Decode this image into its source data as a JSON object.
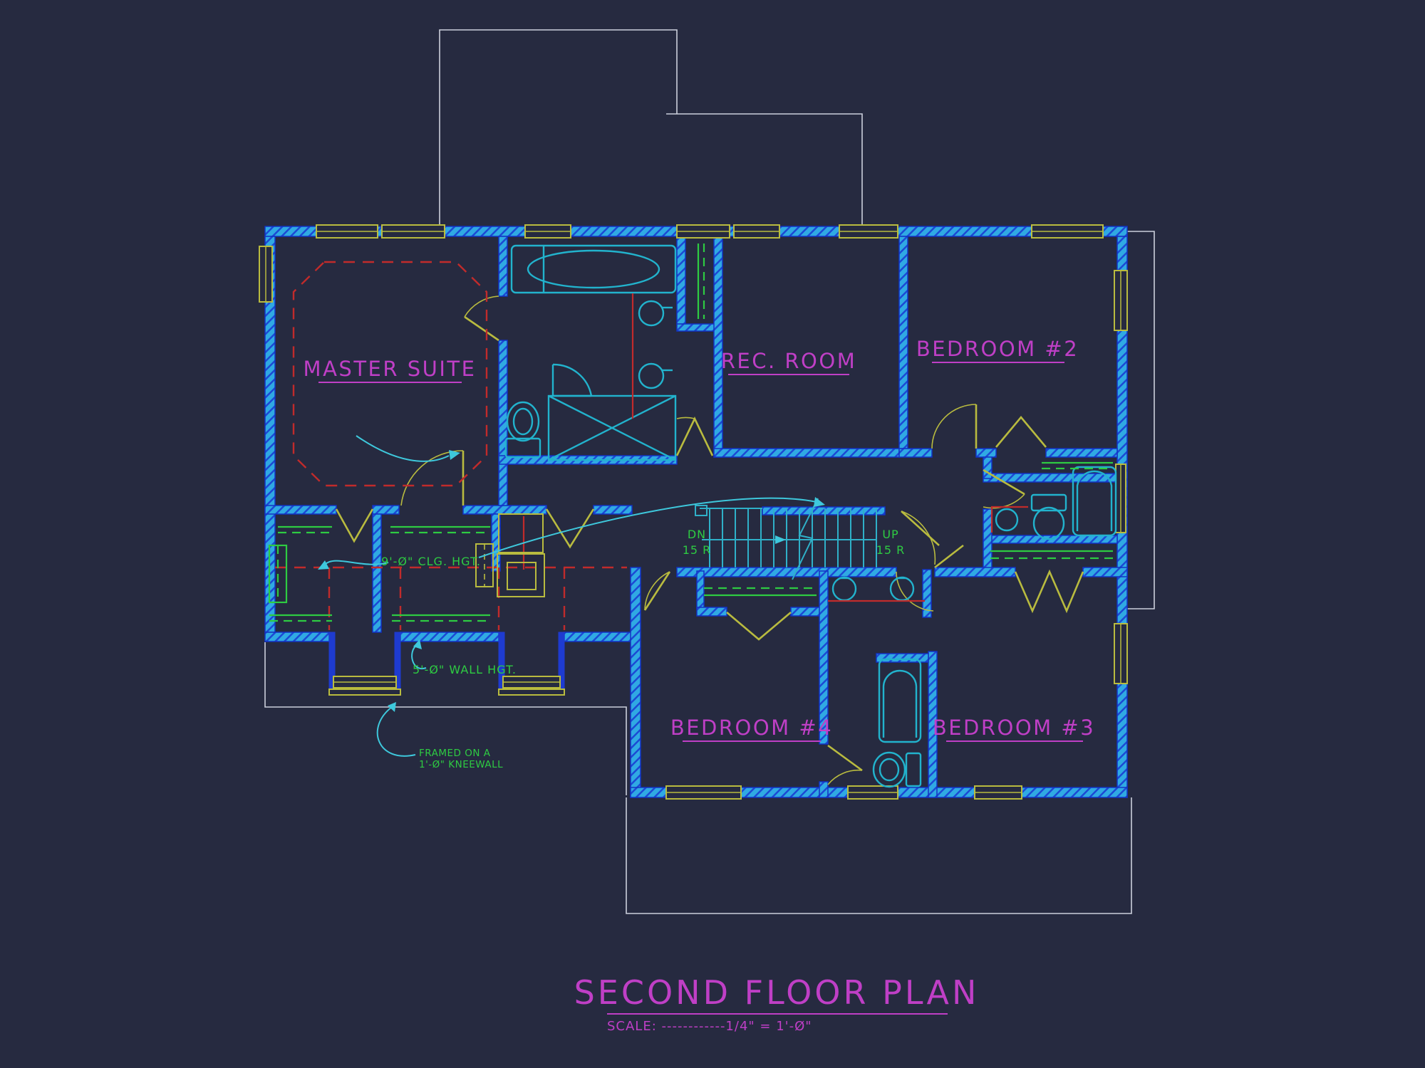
{
  "title": {
    "text": "SECOND FLOOR PLAN",
    "scale": "SCALE: ------------1/4\" = 1'-Ø\""
  },
  "rooms": {
    "master_suite": "MASTER SUITE",
    "rec_room": "REC. ROOM",
    "bedroom_2": "BEDROOM #2",
    "bedroom_3": "BEDROOM #3",
    "bedroom_4": "BEDROOM #4"
  },
  "stairs": {
    "down_label": "DN",
    "down_risers": "15 R",
    "up_label": "UP",
    "up_risers": "15 R"
  },
  "annotations": {
    "ceiling_height": "9'-Ø\" CLG. HGT.",
    "wall_height": "5'-Ø\" WALL HGT.",
    "kneewall_line1": "FRAMED ON A",
    "kneewall_line2": "1'-Ø\" KNEEWALL"
  },
  "colors": {
    "bg": "#262a40",
    "wallFill": "#30a9e3",
    "wallHatch": "#1c49d4",
    "wallEdge": "#1233c4",
    "darkWall": "#1e3bd0",
    "yellow": "#b9bb3f",
    "fix": "#22b3cd",
    "tread": "#2fb0c8",
    "magenta": "#bf3fc6",
    "green": "#2ecb42",
    "red": "#c12b2b",
    "white": "#ccd0dc",
    "leader": "#3ec8dc"
  }
}
